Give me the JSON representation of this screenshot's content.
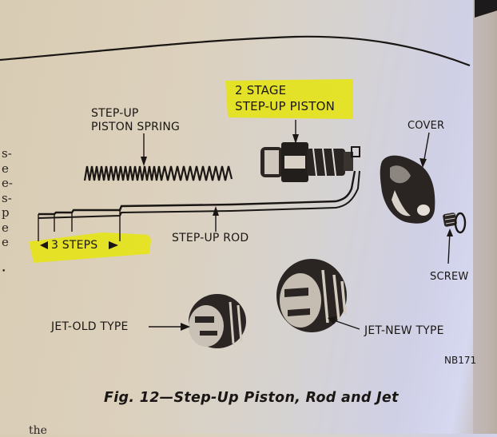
{
  "page": {
    "type": "printed manual page photograph",
    "left_column_fragments": [
      "s-",
      "e",
      "e-",
      "s-",
      "p",
      "e",
      "e",
      "",
      "•"
    ],
    "bottom_text_fragment": "the"
  },
  "figure": {
    "caption": "Fig. 12—Step-Up Piston, Rod and Jet",
    "figure_code": "NB171",
    "labels": {
      "piston_spring_line1": "STEP-UP",
      "piston_spring_line2": "PISTON SPRING",
      "stage_piston_line1": "2 STAGE",
      "stage_piston_line2": "STEP-UP PISTON",
      "cover": "COVER",
      "step_up_rod": "STEP-UP ROD",
      "three_steps": "3 STEPS",
      "screw": "SCREW",
      "jet_old": "JET-OLD TYPE",
      "jet_new": "JET-NEW TYPE"
    },
    "highlighted_labels": [
      "2 STAGE STEP-UP PISTON",
      "3 STEPS"
    ],
    "colors": {
      "highlighter": "#e5e31a",
      "ink": "#1b1714",
      "paper": "#dcd1bd"
    }
  }
}
